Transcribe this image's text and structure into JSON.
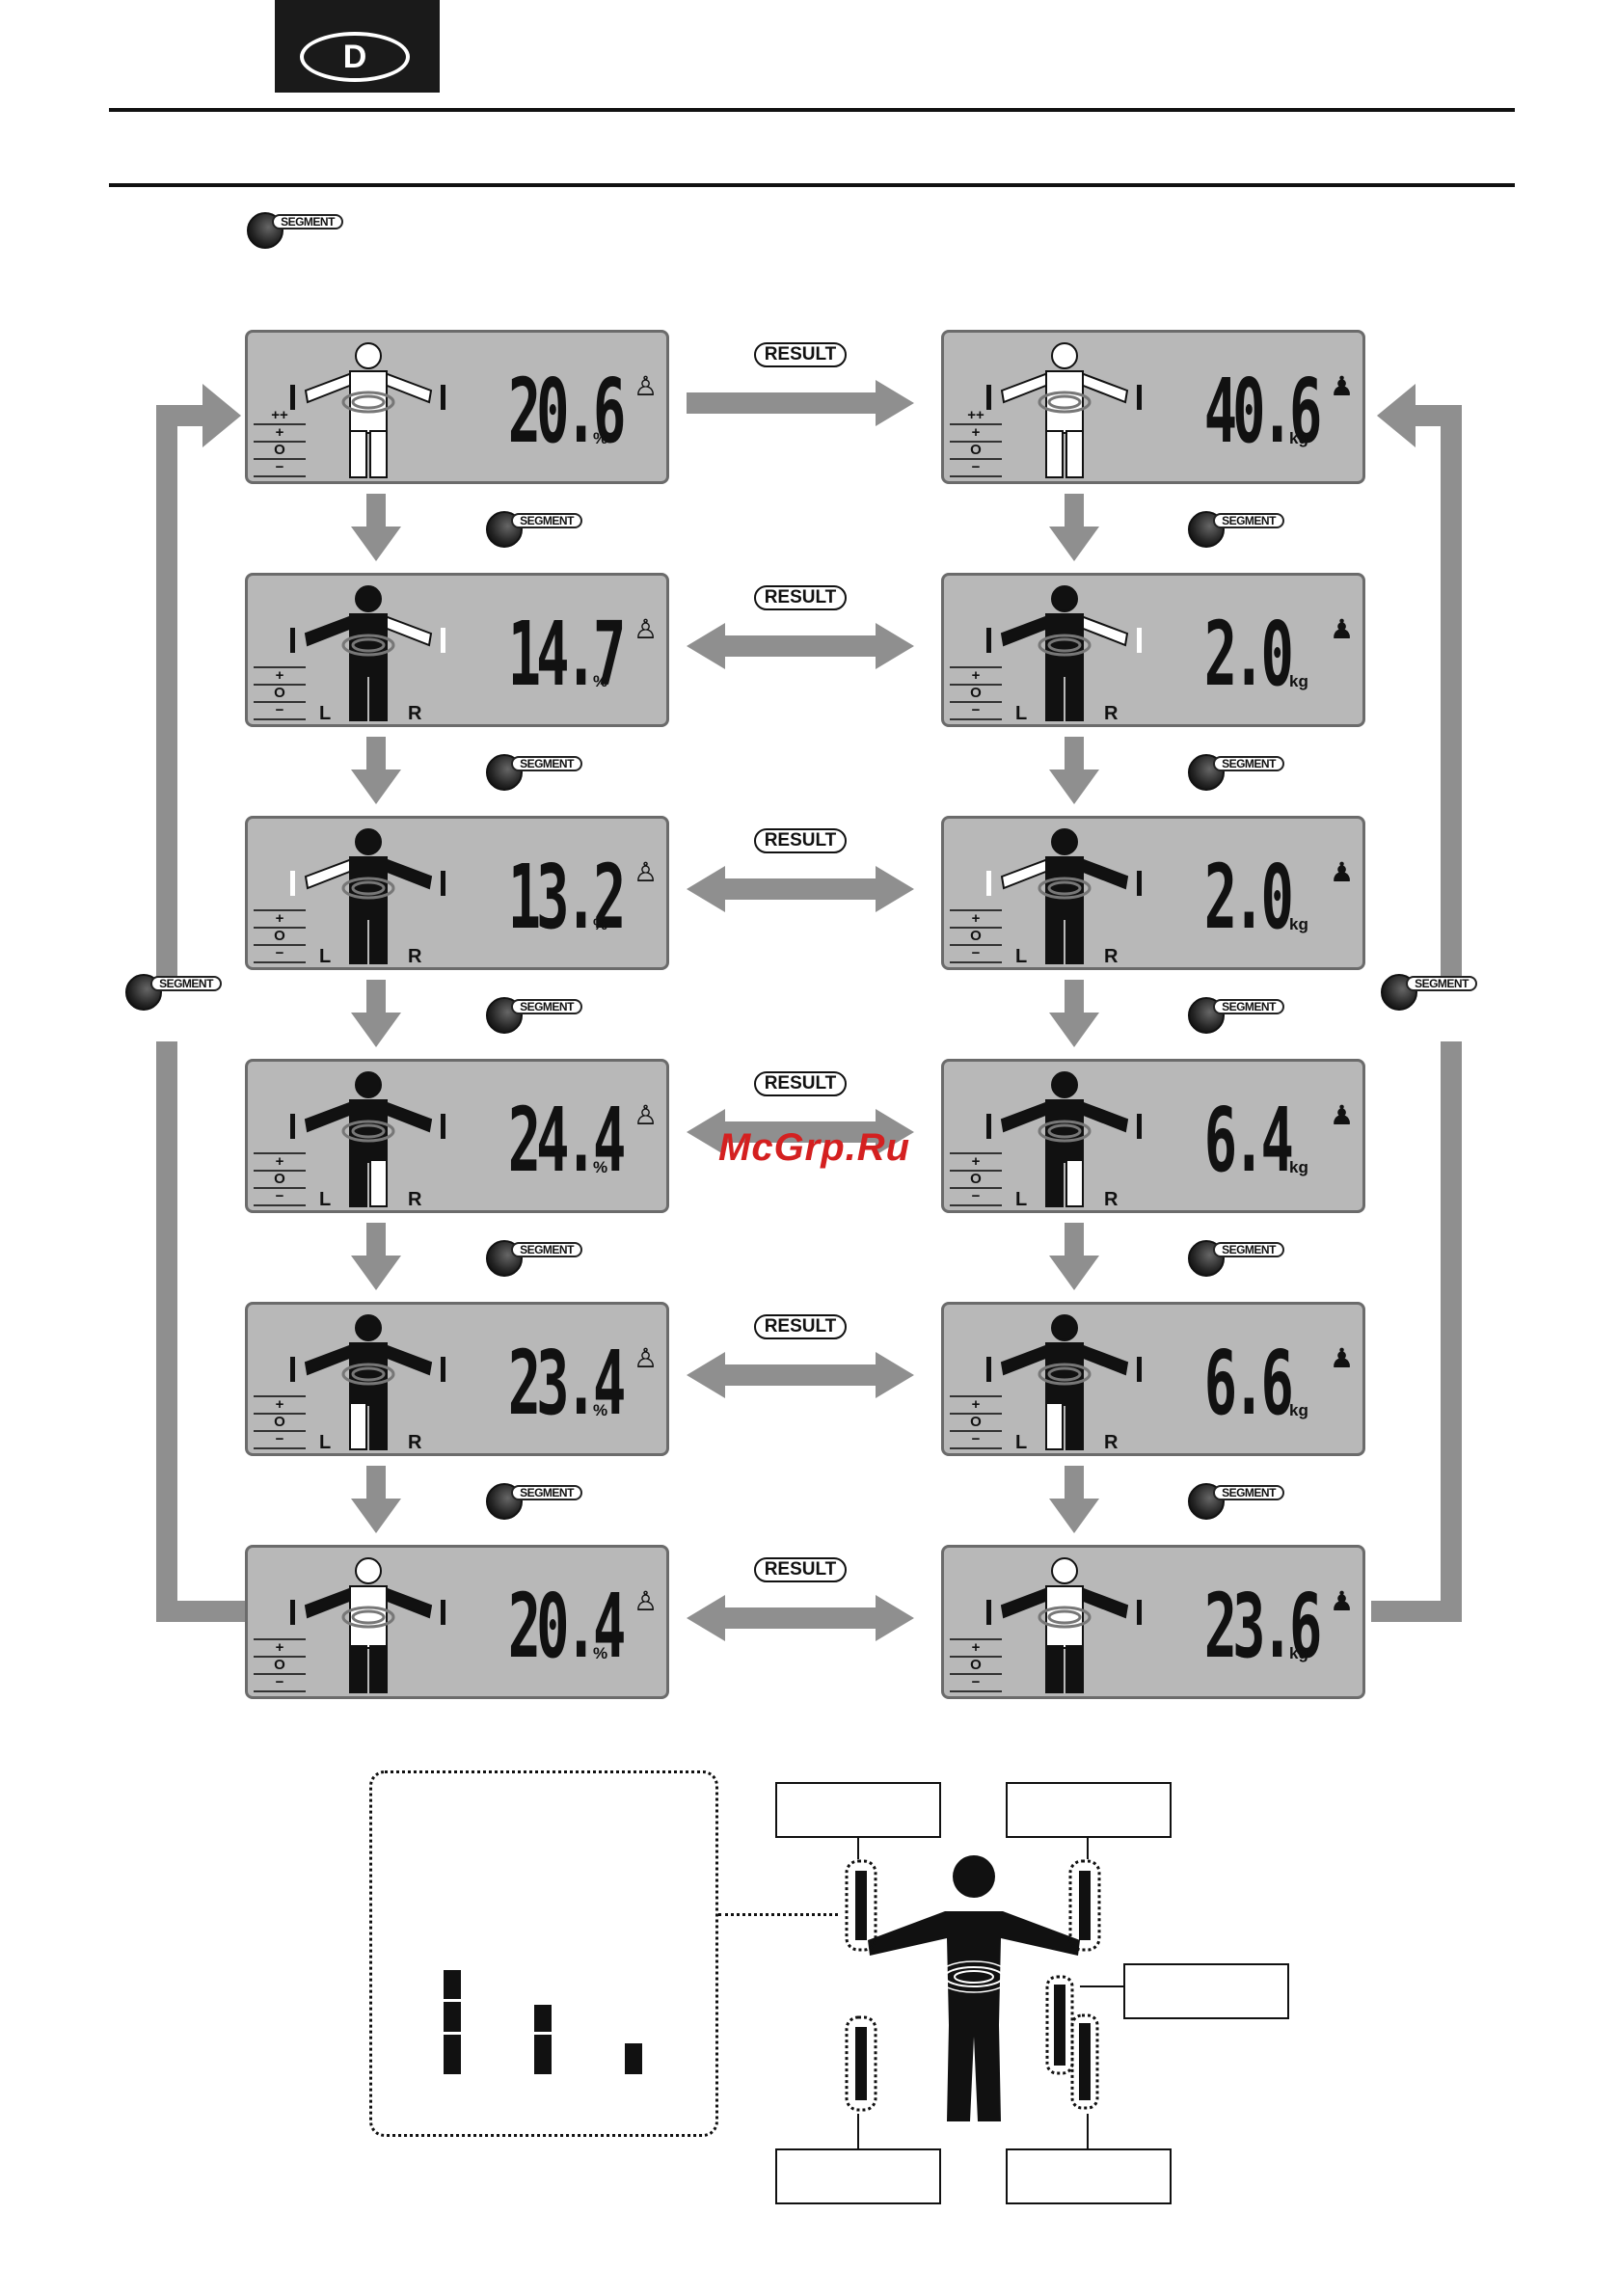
{
  "header": {
    "language_badge": "D"
  },
  "buttons": {
    "segment": "SEGMENT",
    "result": "RESULT"
  },
  "watermark": "McGrp.Ru",
  "units": {
    "percent": "%",
    "kg": "kg"
  },
  "side_labels": {
    "left": "L",
    "right": "R"
  },
  "level_scale": {
    "plus_plus": "++",
    "plus": "+",
    "zero": "O",
    "minus": "−"
  },
  "fat_column": [
    {
      "value": "20.6"
    },
    {
      "value": "14.7"
    },
    {
      "value": "13.2"
    },
    {
      "value": "24.4"
    },
    {
      "value": "23.4"
    },
    {
      "value": "20.4"
    }
  ],
  "muscle_column": [
    {
      "value": "40.6"
    },
    {
      "value": "2.0"
    },
    {
      "value": "2.0"
    },
    {
      "value": "6.4"
    },
    {
      "value": "6.6"
    },
    {
      "value": "23.6"
    }
  ]
}
